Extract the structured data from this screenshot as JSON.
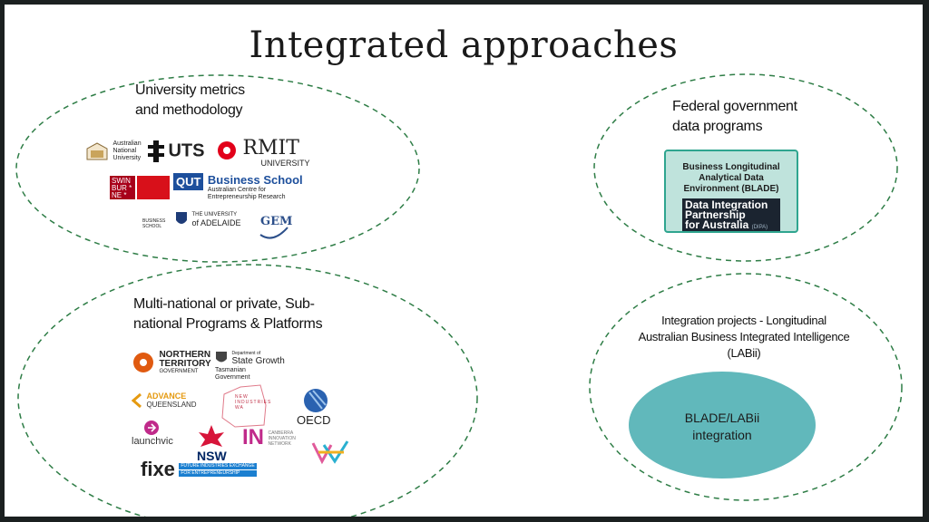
{
  "title": "Integrated approaches",
  "colors": {
    "dashed_border": "#2e7d46",
    "teal": "#61b8bb",
    "blade_fill": "#bfe3dc",
    "blade_border": "#2fa58f",
    "dipa_bg": "#1b2430"
  },
  "groups": {
    "university": {
      "label_line1": "University metrics",
      "label_line2": "and methodology",
      "logos": {
        "anu": "Australian National University",
        "uts": "UTS",
        "rmit": "RMIT",
        "rmit_sub": "UNIVERSITY",
        "swinburne": "SWIN BUR * NE *",
        "qut": "QUT",
        "qut_name": "Business School",
        "qut_sub1": "Australian Centre for",
        "qut_sub2": "Entrepreneurship Research",
        "business_school": "BUSINESS SCHOOL",
        "adelaide1": "THE UNIVERSITY",
        "adelaide2": "of ADELAIDE",
        "gem": "GEM"
      }
    },
    "federal": {
      "label_line1": "Federal government",
      "label_line2": "data programs",
      "blade_line1": "Business Longitudinal",
      "blade_line2": "Analytical Data",
      "blade_line3": "Environment (BLADE)",
      "dipa_line1": "Data Integration",
      "dipa_line2": "Partnership",
      "dipa_line3": "for Australia",
      "dipa_sub": "(DIPA)"
    },
    "multinational": {
      "label_line1": "Multi-national or private, Sub-",
      "label_line2": "national Programs & Platforms",
      "logos": {
        "nt1": "NORTHERN",
        "nt2": "TERRITORY",
        "nt3": "GOVERNMENT",
        "tas_dept": "Department of",
        "tas_sg": "State Growth",
        "tas_gov1": "Tasmanian",
        "tas_gov2": "Government",
        "advance1": "ADVANCE",
        "advance2": "QUEENSLAND",
        "niwa1": "NEW",
        "niwa2": "INDUSTRIES",
        "niwa3": "WA",
        "oecd": "OECD",
        "launchvic": "launchvic",
        "nsw": "NSW",
        "cin_letters": "IN",
        "cin1": "CANBERRA",
        "cin2": "INNOVATION",
        "cin3": "NETWORK",
        "fixe": "fixe",
        "fixe_sub1": "FUTURE INDUSTRIES EXCHANGE",
        "fixe_sub2": "FOR ENTREPRENEURSHIP"
      }
    },
    "integration": {
      "label_line1": "Integration projects - Longitudinal",
      "label_line2": "Australian Business Integrated Intelligence",
      "label_line3": "(LABii)",
      "core_line1": "BLADE/LABii",
      "core_line2": "integration"
    }
  }
}
